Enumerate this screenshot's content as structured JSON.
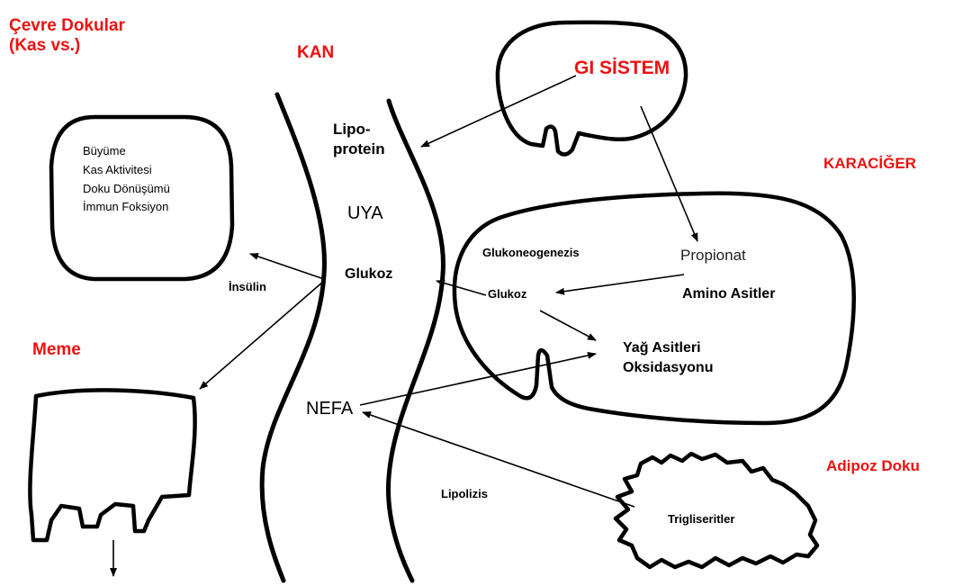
{
  "titles": {
    "peripheral_tissues": "Çevre Dokular\n(Kas vs.)",
    "blood": "KAN",
    "gi_system": "GI SİSTEM",
    "liver": "KARACİĞER",
    "mammary": "Meme",
    "adipose": "Adipoz Doku"
  },
  "peripheral_functions": "Büyüme\nKas Aktivitesi\nDoku Dönüşümü\nİmmun Foksiyon",
  "blood_items": {
    "lipoprotein": "Lipo-\nprotein",
    "uya": "UYA",
    "glucose": "Glukoz",
    "nefa": "NEFA"
  },
  "liver_items": {
    "gluconeogenesis": "Glukoneogenezis",
    "propionate": "Propionat",
    "glucose": "Glukoz",
    "amino_acids": "Amino Asitler",
    "fatty_acid_oxidation": "Yağ Asitleri\nOksidasyonu"
  },
  "insulin": "İnsülin",
  "lipolysis": "Lipolizis",
  "triglycerides": "Trigliseritler",
  "colors": {
    "title_red": "#ee1111",
    "line": "#000000",
    "background": "#ffffff"
  }
}
